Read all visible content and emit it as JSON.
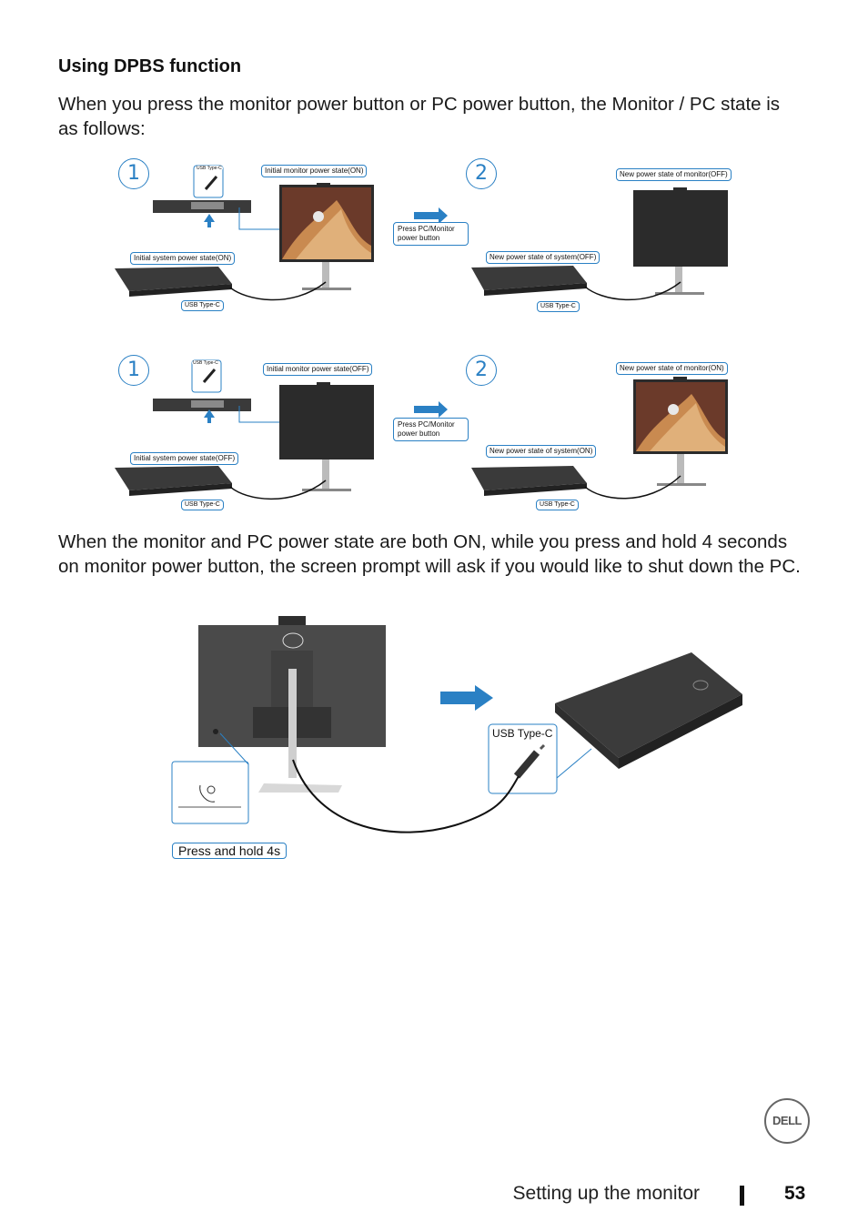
{
  "heading": "Using DPBS function",
  "intro": "When you press the monitor power button or PC power button, the Monitor / PC state is as follows:",
  "row1": {
    "step1": "1",
    "step2": "2",
    "usb_small": "USB Type-C",
    "monitor_init": "Initial monitor power state(ON)",
    "system_init": "Initial system power state(ON)",
    "usb_dock": "USB Type-C",
    "press": "Press PC/Monitor power button",
    "monitor_new": "New power state of monitor(OFF)",
    "system_new": "New power state of system(OFF)",
    "usb_dock2": "USB Type-C"
  },
  "row2": {
    "step1": "1",
    "step2": "2",
    "usb_small": "USB Type-C",
    "monitor_init": "Initial monitor power state(OFF)",
    "system_init": "Initial system power state(OFF)",
    "usb_dock": "USB Type-C",
    "press": "Press PC/Monitor power button",
    "monitor_new": "New power state of monitor(ON)",
    "system_new": "New power state of system(ON)",
    "usb_dock2": "USB Type-C"
  },
  "body2": "When the monitor and PC power state are both ON, while you press and hold 4 seconds on monitor power button, the screen prompt will ask if you would like to shut down the PC.",
  "bottom": {
    "usb_label": "USB Type-C",
    "press_hold": "Press and hold 4s"
  },
  "logo": "DELL",
  "footer": {
    "section": "Setting up the monitor",
    "page": "53"
  },
  "colors": {
    "accent": "#2a80c4",
    "monitor_dark": "#2b2b2b"
  }
}
